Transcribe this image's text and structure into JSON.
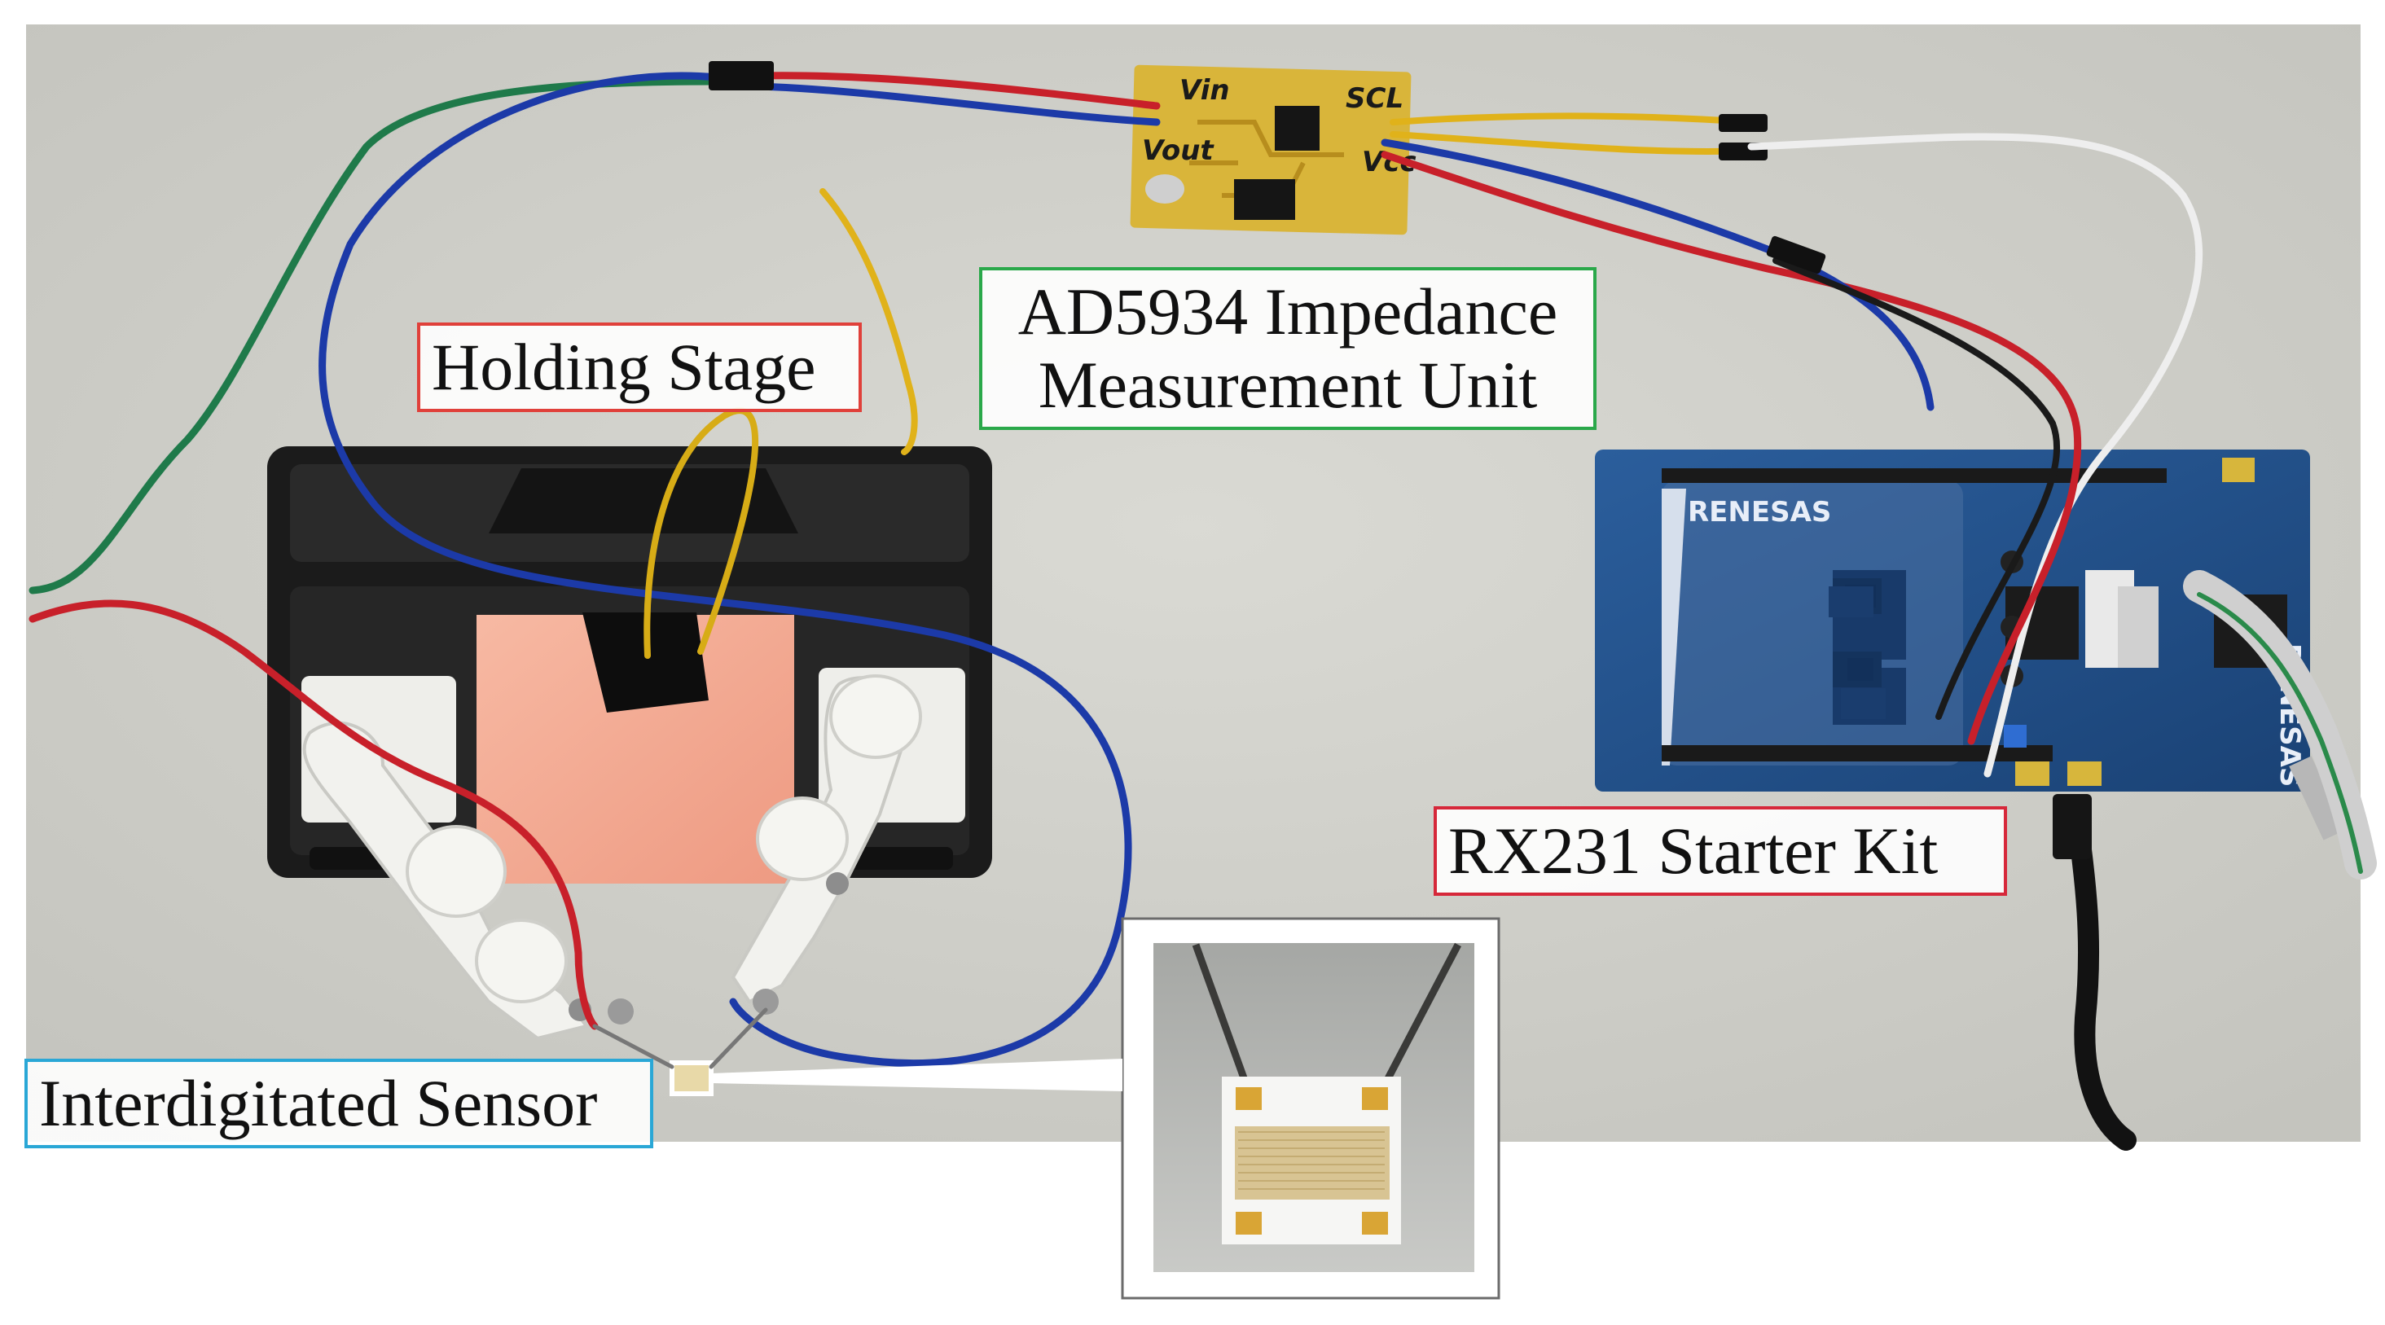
{
  "labels": {
    "holding_stage": {
      "text": "Holding Stage",
      "border_color": "#e0403a"
    },
    "impedance_unit": {
      "line1": "AD5934 Impedance",
      "line2": "Measurement Unit",
      "border_color": "#2aa84a"
    },
    "starter_kit": {
      "text": "RX231 Starter Kit",
      "border_color": "#d6283a"
    },
    "sensor": {
      "text": "Interdigitated Sensor",
      "border_color": "#2aa7d6"
    }
  },
  "pcb_markings": {
    "vin": "Vin",
    "scl": "SCL",
    "vout": "Vout",
    "vcc": "Vcc"
  },
  "board_brand": "RENESAS",
  "board_brand_side": "RENESAS",
  "colors": {
    "background_surface": "#d4d4ce",
    "pcb_gold": "#d9b53a",
    "renesas_board": "#1f4f8a",
    "copper_plate": "#f0a38d",
    "holding_tray": "#1e1e1e",
    "wire_red": "#c8202a",
    "wire_blue": "#1c3aa8",
    "wire_green": "#1f7a4a",
    "wire_yellow": "#e0b21a"
  }
}
